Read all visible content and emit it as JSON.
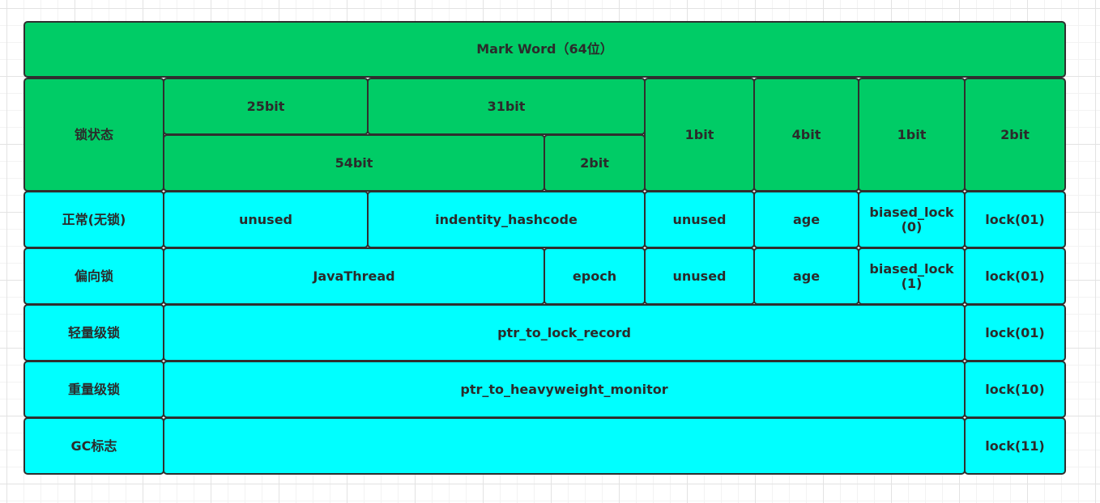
{
  "title": "Mark Word（64位）",
  "header": {
    "lock_state": "锁状态",
    "bits_25": "25bit",
    "bits_31": "31bit",
    "bits_54": "54bit",
    "bits_2a": "2bit",
    "bits_1a": "1bit",
    "bits_4": "4bit",
    "bits_1b": "1bit",
    "bits_2b": "2bit"
  },
  "rows": {
    "normal": {
      "state": "正常(无锁)",
      "unused1": "unused",
      "hashcode": "indentity_hashcode",
      "unused2": "unused",
      "age": "age",
      "biased": "biased_lock\n(0)",
      "lock": "lock(01)"
    },
    "biased": {
      "state": "偏向锁",
      "thread": "JavaThread",
      "epoch": "epoch",
      "unused": "unused",
      "age": "age",
      "biased": "biased_lock\n(1)",
      "lock": "lock(01)"
    },
    "lightweight": {
      "state": "轻量级锁",
      "pointer": "ptr_to_lock_record",
      "lock": "lock(01)"
    },
    "heavyweight": {
      "state": "重量级锁",
      "pointer": "ptr_to_heavyweight_monitor",
      "lock": "lock(10)"
    },
    "gc": {
      "state": "GC标志",
      "content": "",
      "lock": "lock(11)"
    }
  },
  "colors": {
    "header_fill": "#00cc66",
    "row_fill": "#00ffff",
    "border": "#2f2f2f"
  }
}
